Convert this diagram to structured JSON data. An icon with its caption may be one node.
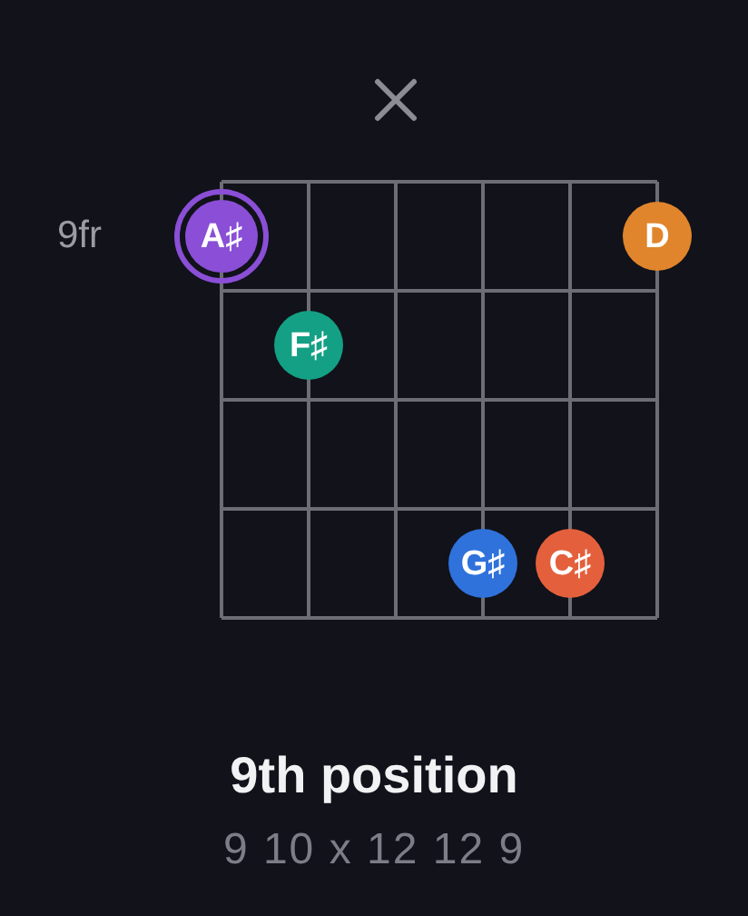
{
  "diagram": {
    "title": "9th position",
    "caption": "9 10 x 12 12 9",
    "nodes": [
      {
        "text": [
          "A♯"
        ]
      },
      {
        "text": [
          "D"
        ]
      },
      {
        "text": [
          "F♯"
        ]
      },
      {
        "text": [
          "G♯"
        ]
      },
      {
        "text": [
          "C♯"
        ]
      }
    ],
    "labels": [
      "9fr"
    ]
  }
}
